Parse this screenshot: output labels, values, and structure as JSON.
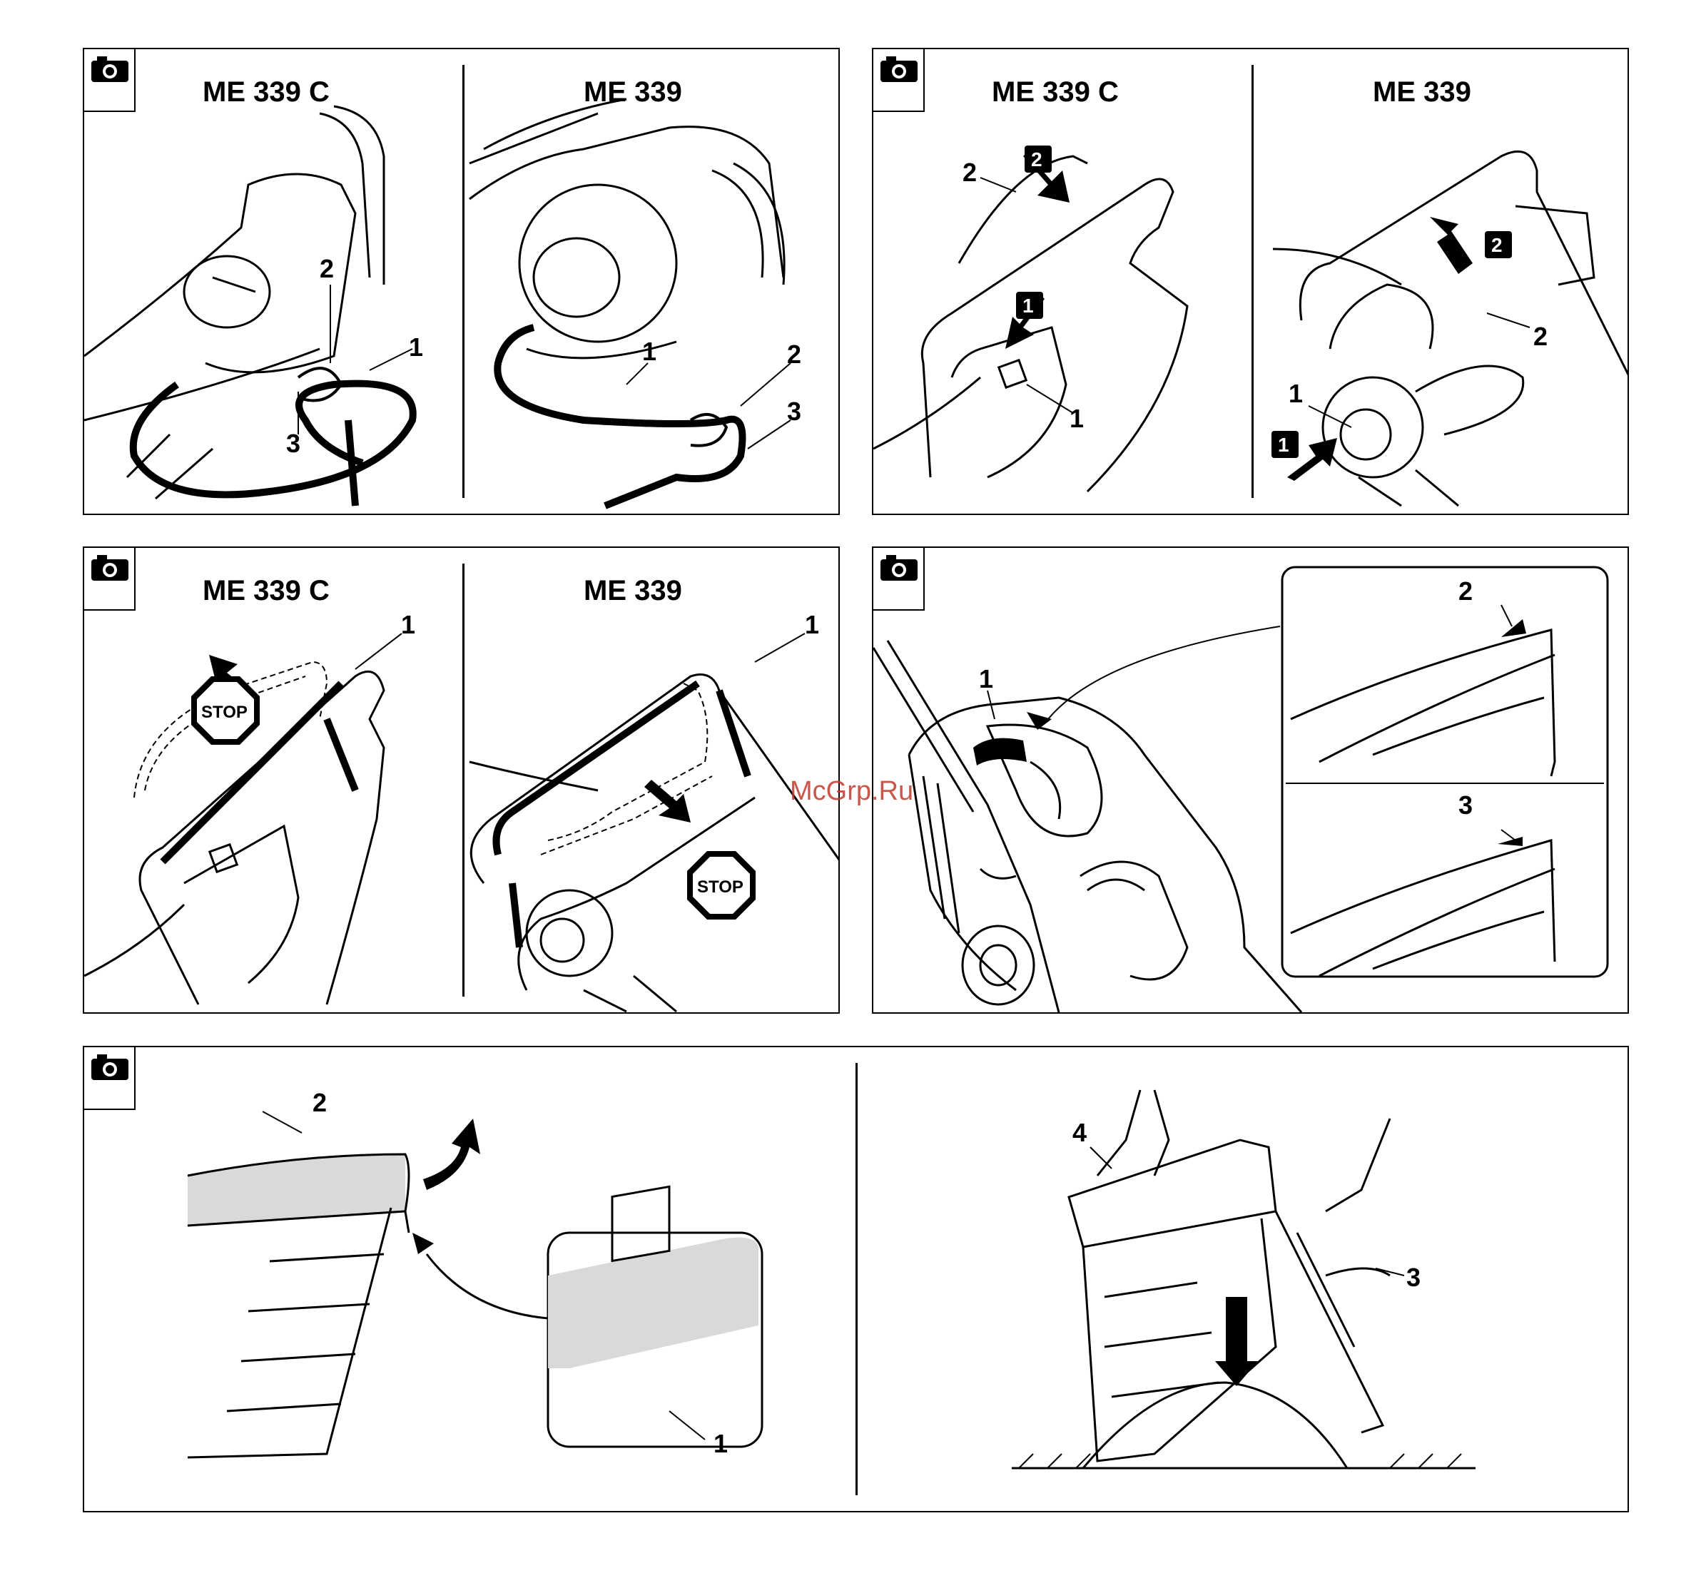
{
  "panels": [
    {
      "models": [
        "ME 339 C",
        "ME 339"
      ],
      "labels": [
        "1",
        "2",
        "3",
        "1",
        "2",
        "3"
      ]
    },
    {
      "models": [
        "ME 339 C",
        "ME 339"
      ],
      "labels": [
        "1",
        "2",
        "1",
        "2"
      ],
      "badges": [
        "1",
        "2",
        "1",
        "2"
      ]
    },
    {
      "models": [
        "ME 339 C",
        "ME 339"
      ],
      "labels": [
        "1",
        "1"
      ],
      "stop": [
        "STOP",
        "STOP"
      ]
    },
    {
      "labels": [
        "1",
        "2",
        "3"
      ]
    },
    {
      "labels": [
        "2",
        "1",
        "4",
        "3"
      ]
    }
  ],
  "watermark": "McGrp.Ru",
  "icons": [
    "camera-icon"
  ]
}
